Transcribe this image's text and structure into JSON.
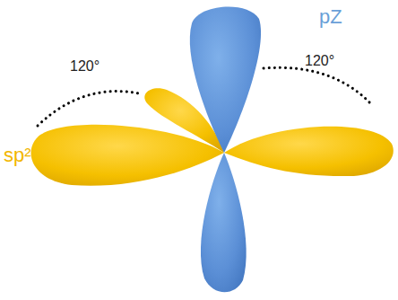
{
  "diagram": {
    "labels": [
      "120°",
      "120°",
      "sp²",
      "pZ"
    ]
  }
}
